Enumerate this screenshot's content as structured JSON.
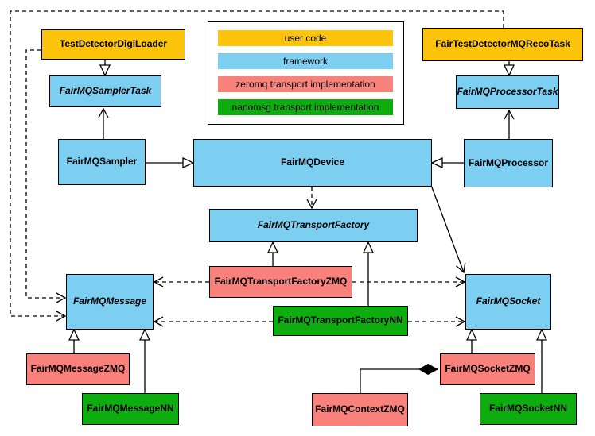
{
  "colors": {
    "user_code": "#FCC30B",
    "framework": "#7DCFF2",
    "zeromq": "#F9817B",
    "nanomsg": "#0DAD0F",
    "line": "#000000",
    "background": "#FFFFFF"
  },
  "legend": {
    "items": [
      {
        "label": "user code",
        "category": "user_code"
      },
      {
        "label": "framework",
        "category": "framework"
      },
      {
        "label": "zeromq transport implementation",
        "category": "zeromq"
      },
      {
        "label": "nanomsg transport implementation",
        "category": "nanomsg"
      }
    ]
  },
  "nodes": [
    {
      "label": "TestDetectorDigiLoader",
      "category": "user_code",
      "abstract": false
    },
    {
      "label": "FairTestDetectorMQRecoTask",
      "category": "user_code",
      "abstract": false
    },
    {
      "label": "FairMQSamplerTask",
      "category": "framework",
      "abstract": true
    },
    {
      "label": "FairMQProcessorTask",
      "category": "framework",
      "abstract": true
    },
    {
      "label": "FairMQSampler",
      "category": "framework",
      "abstract": false
    },
    {
      "label": "FairMQDevice",
      "category": "framework",
      "abstract": false
    },
    {
      "label": "FairMQProcessor",
      "category": "framework",
      "abstract": false
    },
    {
      "label": "FairMQTransportFactory",
      "category": "framework",
      "abstract": true
    },
    {
      "label": "FairMQTransportFactoryZMQ",
      "category": "zeromq",
      "abstract": false
    },
    {
      "label": "FairMQTransportFactoryNN",
      "category": "nanomsg",
      "abstract": false
    },
    {
      "label": "FairMQMessage",
      "category": "framework",
      "abstract": true
    },
    {
      "label": "FairMQSocket",
      "category": "framework",
      "abstract": true
    },
    {
      "label": "FairMQMessageZMQ",
      "category": "zeromq",
      "abstract": false
    },
    {
      "label": "FairMQMessageNN",
      "category": "nanomsg",
      "abstract": false
    },
    {
      "label": "FairMQContextZMQ",
      "category": "zeromq",
      "abstract": false
    },
    {
      "label": "FairMQSocketZMQ",
      "category": "zeromq",
      "abstract": false
    },
    {
      "label": "FairMQSocketNN",
      "category": "nanomsg",
      "abstract": false
    }
  ],
  "edges": [
    {
      "from": "TestDetectorDigiLoader",
      "to": "FairMQSamplerTask",
      "type": "inheritance"
    },
    {
      "from": "FairTestDetectorMQRecoTask",
      "to": "FairMQProcessorTask",
      "type": "inheritance"
    },
    {
      "from": "FairMQSampler",
      "to": "FairMQDevice",
      "type": "inheritance"
    },
    {
      "from": "FairMQProcessor",
      "to": "FairMQDevice",
      "type": "inheritance"
    },
    {
      "from": "FairMQTransportFactoryZMQ",
      "to": "FairMQTransportFactory",
      "type": "inheritance"
    },
    {
      "from": "FairMQTransportFactoryNN",
      "to": "FairMQTransportFactory",
      "type": "inheritance"
    },
    {
      "from": "FairMQMessageZMQ",
      "to": "FairMQMessage",
      "type": "inheritance"
    },
    {
      "from": "FairMQMessageNN",
      "to": "FairMQMessage",
      "type": "inheritance"
    },
    {
      "from": "FairMQSocketZMQ",
      "to": "FairMQSocket",
      "type": "inheritance"
    },
    {
      "from": "FairMQSocketNN",
      "to": "FairMQSocket",
      "type": "inheritance"
    },
    {
      "from": "FairMQSampler",
      "to": "FairMQSamplerTask",
      "type": "association"
    },
    {
      "from": "FairMQProcessor",
      "to": "FairMQProcessorTask",
      "type": "association"
    },
    {
      "from": "FairMQDevice",
      "to": "FairMQSocket",
      "type": "association"
    },
    {
      "from": "FairMQDevice",
      "to": "FairMQTransportFactory",
      "type": "dependency"
    },
    {
      "from": "FairTestDetectorMQRecoTask",
      "to": "FairMQMessage",
      "type": "dependency"
    },
    {
      "from": "TestDetectorDigiLoader",
      "to": "FairMQMessage",
      "type": "dependency"
    },
    {
      "from": "FairMQTransportFactoryZMQ",
      "to": "FairMQMessage",
      "type": "dependency"
    },
    {
      "from": "FairMQTransportFactoryZMQ",
      "to": "FairMQSocket",
      "type": "dependency"
    },
    {
      "from": "FairMQTransportFactoryNN",
      "to": "FairMQMessage",
      "type": "dependency"
    },
    {
      "from": "FairMQTransportFactoryNN",
      "to": "FairMQSocket",
      "type": "dependency"
    },
    {
      "from": "FairMQContextZMQ",
      "to": "FairMQSocketZMQ",
      "type": "composition"
    }
  ]
}
